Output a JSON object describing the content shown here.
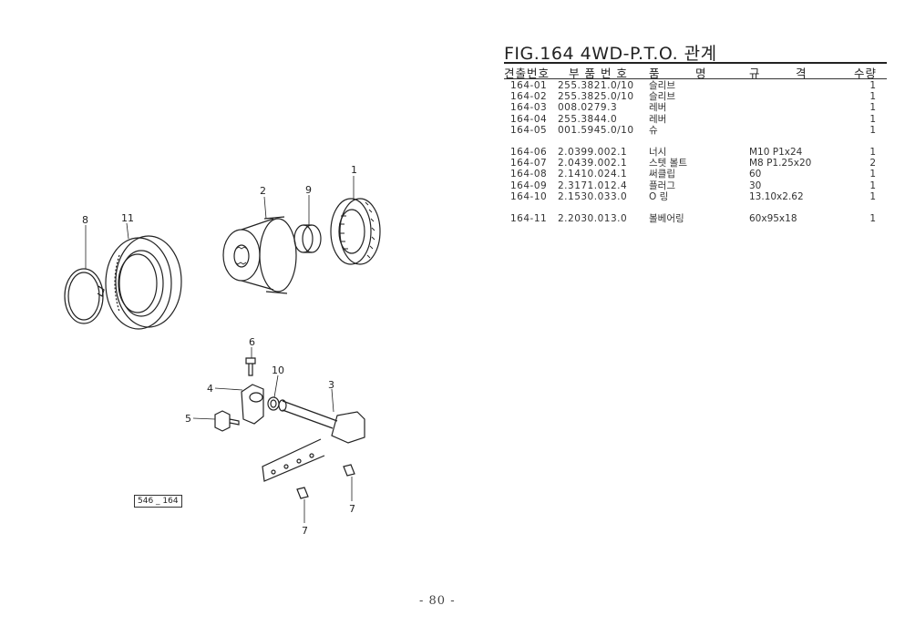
{
  "figure": {
    "title": "FIG.164 4WD-P.T.O. 관계",
    "ref_box": "546 _ 164",
    "page_number": "- 80 -"
  },
  "table": {
    "headers": {
      "index": "견출번호",
      "part_no": "부 품 번 호",
      "name_1": "품",
      "name_2": "명",
      "spec_1": "규",
      "spec_2": "격",
      "qty": "수량"
    },
    "rows": [
      {
        "no": "164-01",
        "part": "255.3821.0/10",
        "name": "슬리브",
        "spec": "",
        "qty": "1"
      },
      {
        "no": "164-02",
        "part": "255.3825.0/10",
        "name": "슬리브",
        "spec": "",
        "qty": "1"
      },
      {
        "no": "164-03",
        "part": "008.0279.3",
        "name": "레버",
        "spec": "",
        "qty": "1"
      },
      {
        "no": "164-04",
        "part": "255.3844.0",
        "name": "레버",
        "spec": "",
        "qty": "1"
      },
      {
        "no": "164-05",
        "part": "001.5945.0/10",
        "name": "슈",
        "spec": "",
        "qty": "1"
      },
      {
        "no": "164-06",
        "part": "2.0399.002.1",
        "name": "너시",
        "spec": "M10 P1x24",
        "qty": "1"
      },
      {
        "no": "164-07",
        "part": "2.0439.002.1",
        "name": "스텟 볼트",
        "spec": "M8 P1.25x20",
        "qty": "2"
      },
      {
        "no": "164-08",
        "part": "2.1410.024.1",
        "name": "써클립",
        "spec": "60",
        "qty": "1"
      },
      {
        "no": "164-09",
        "part": "2.3171.012.4",
        "name": "플러그",
        "spec": "30",
        "qty": "1"
      },
      {
        "no": "164-10",
        "part": "2.1530.033.0",
        "name": "O 링",
        "spec": "13.10x2.62",
        "qty": "1"
      },
      {
        "no": "164-11",
        "part": "2.2030.013.0",
        "name": "볼베어링",
        "spec": "60x95x18",
        "qty": "1"
      }
    ]
  },
  "callouts": {
    "c1": "1",
    "c2": "2",
    "c3": "3",
    "c4": "4",
    "c5": "5",
    "c6": "6",
    "c7a": "7",
    "c7b": "7",
    "c8": "8",
    "c9": "9",
    "c10": "10",
    "c11": "11"
  }
}
